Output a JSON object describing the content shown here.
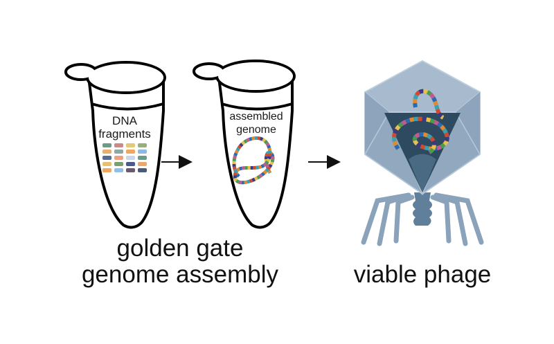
{
  "tube1": {
    "label_line1": "DNA",
    "label_line2": "fragments"
  },
  "tube2": {
    "label_line1": "assembled",
    "label_line2": "genome"
  },
  "captions": {
    "left_line1": "golden gate",
    "left_line2": "genome assembly",
    "right": "viable phage"
  },
  "fragment_colors": [
    [
      "#6f9a86",
      "#c98a88",
      "#e3c97a",
      "#9aae7c"
    ],
    [
      "#e8b070",
      "#8fa8a0",
      "#f0a860",
      "#8fb8e0"
    ],
    [
      "#5a6a90",
      "#f0a080",
      "#c8d8e8",
      "#6a9a8a"
    ],
    [
      "#e8c070",
      "#7aa070",
      "#4a5a8a",
      "#e8a870"
    ],
    [
      "#f0a860",
      "#90c0e8",
      "#6a5a70",
      "#4a5a7a"
    ]
  ],
  "genome_colors": [
    "#2a6ab0",
    "#e08a30",
    "#3aa0b0",
    "#d04a30",
    "#3a3a80",
    "#e8c050",
    "#4a9a50",
    "#c05a90"
  ],
  "phage_colors": {
    "capsid": "#9aaec4",
    "capsid_dark": "#7f95ad",
    "window": "#2e4a60",
    "tail": "#5f7f9a",
    "legs": "#8aa2ba"
  }
}
